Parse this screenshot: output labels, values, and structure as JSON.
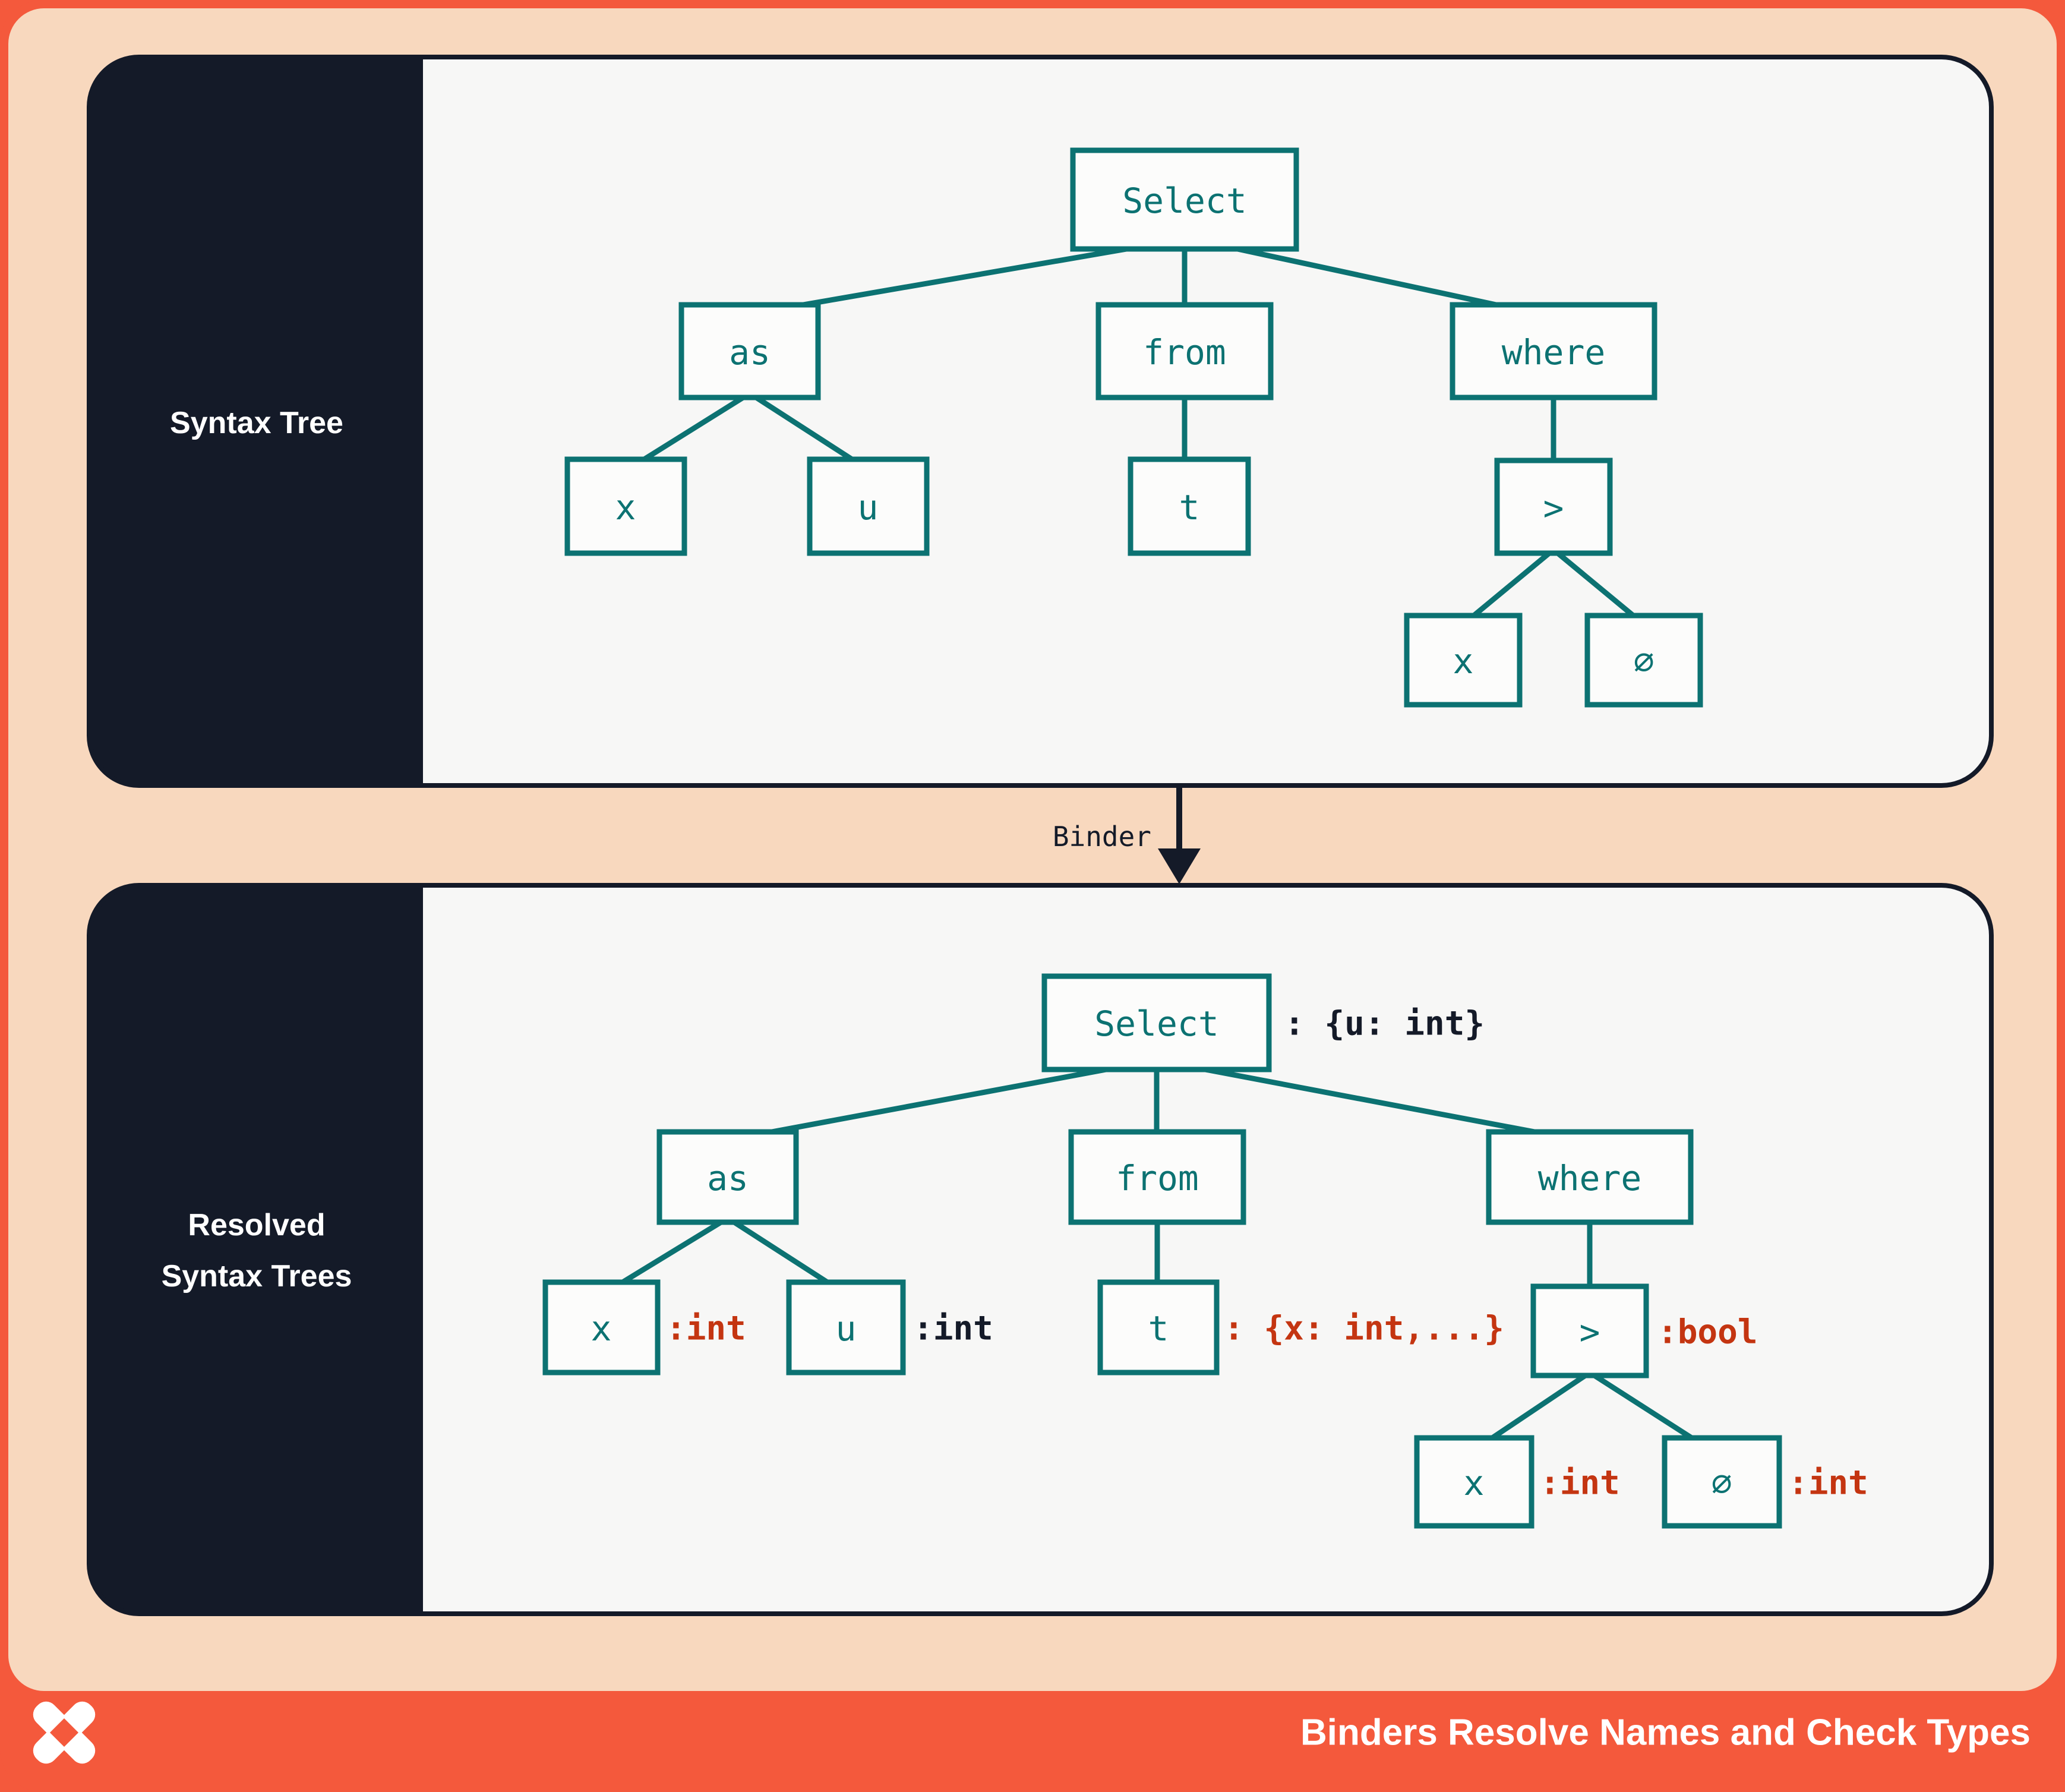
{
  "colors": {
    "frame_orange": "#F4593C",
    "canvas_peach": "#F8D8BE",
    "panel_dark_navy": "#141A28",
    "panel_light": "#F7F7F6",
    "tree_teal": "#0C7272",
    "annotation_red": "#C43511",
    "annotation_navy": "#141A28",
    "text_white": "#FFFFFF"
  },
  "syntax_panel": {
    "label": "Syntax Tree",
    "nodes": {
      "select": "Select",
      "as": "as",
      "from": "from",
      "where": "where",
      "as_x": "x",
      "as_u": "u",
      "from_t": "t",
      "gt": ">",
      "gt_x": "x",
      "gt_zero": "∅"
    }
  },
  "binder": {
    "label": "Binder"
  },
  "resolved_panel": {
    "label_line1": "Resolved",
    "label_line2": "Syntax Trees",
    "nodes": {
      "select": "Select",
      "as": "as",
      "from": "from",
      "where": "where",
      "as_x": "x",
      "as_u": "u",
      "from_t": "t",
      "gt": ">",
      "gt_x": "x",
      "gt_zero": "∅"
    },
    "annotations": {
      "select": ": {u: int}",
      "as_x": ":int",
      "as_u": ":int",
      "from_t": ": {x: int,...}",
      "gt": ":bool",
      "gt_x": ":int",
      "gt_zero": ":int"
    }
  },
  "footer": {
    "title": "Binders Resolve Names and Check Types",
    "logo": "x-mark-logo"
  }
}
